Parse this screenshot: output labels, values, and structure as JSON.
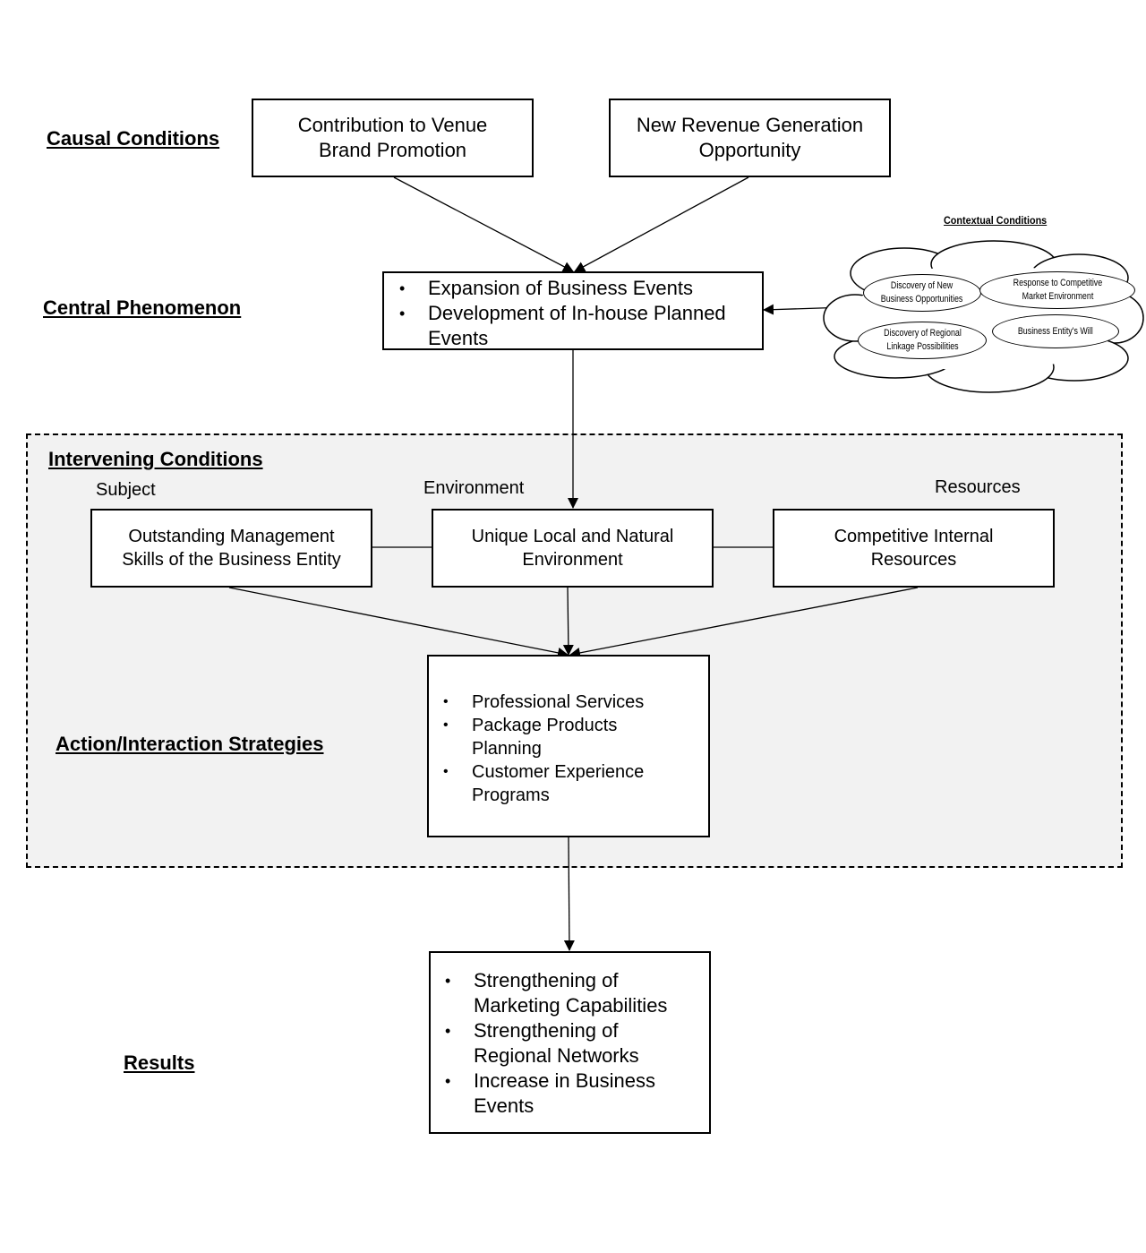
{
  "sections": {
    "causal": "Causal Conditions",
    "central": "Central Phenomenon",
    "intervening": "Intervening Conditions",
    "action": "Action/Interaction Strategies",
    "results": "Results"
  },
  "causal_boxes": [
    {
      "lines": [
        "Contribution to Venue",
        "Brand Promotion"
      ]
    },
    {
      "lines": [
        "New Revenue Generation",
        "Opportunity"
      ]
    }
  ],
  "central_box": {
    "items": [
      {
        "lines": [
          "Expansion of Business Events"
        ]
      },
      {
        "lines": [
          "Development of In-house Planned",
          "Events"
        ]
      }
    ]
  },
  "contextual": {
    "title": "Contextual Conditions",
    "items": [
      {
        "lines": [
          "Discovery of New",
          "Business Opportunities"
        ]
      },
      {
        "lines": [
          "Response to Competitive",
          "Market Environment"
        ]
      },
      {
        "lines": [
          "Discovery of Regional",
          "Linkage Possibilities"
        ]
      },
      {
        "lines": [
          "Business Entity's Will"
        ]
      }
    ]
  },
  "intervening": {
    "labels": {
      "subject": "Subject",
      "environment": "Environment",
      "resources": "Resources"
    },
    "boxes": [
      {
        "lines": [
          "Outstanding Management",
          "Skills of the Business Entity"
        ]
      },
      {
        "lines": [
          "Unique Local and Natural",
          "Environment"
        ]
      },
      {
        "lines": [
          "Competitive Internal",
          "Resources"
        ]
      }
    ]
  },
  "strategies": {
    "items": [
      {
        "lines": [
          "Professional Services"
        ]
      },
      {
        "lines": [
          "Package Products",
          "Planning"
        ]
      },
      {
        "lines": [
          "Customer Experience",
          "Programs"
        ]
      }
    ]
  },
  "results": {
    "items": [
      {
        "lines": [
          "Strengthening of",
          "Marketing Capabilities"
        ]
      },
      {
        "lines": [
          "Strengthening of",
          "Regional Networks"
        ]
      },
      {
        "lines": [
          "Increase in Business",
          "Events"
        ]
      }
    ]
  },
  "bullet": "•"
}
